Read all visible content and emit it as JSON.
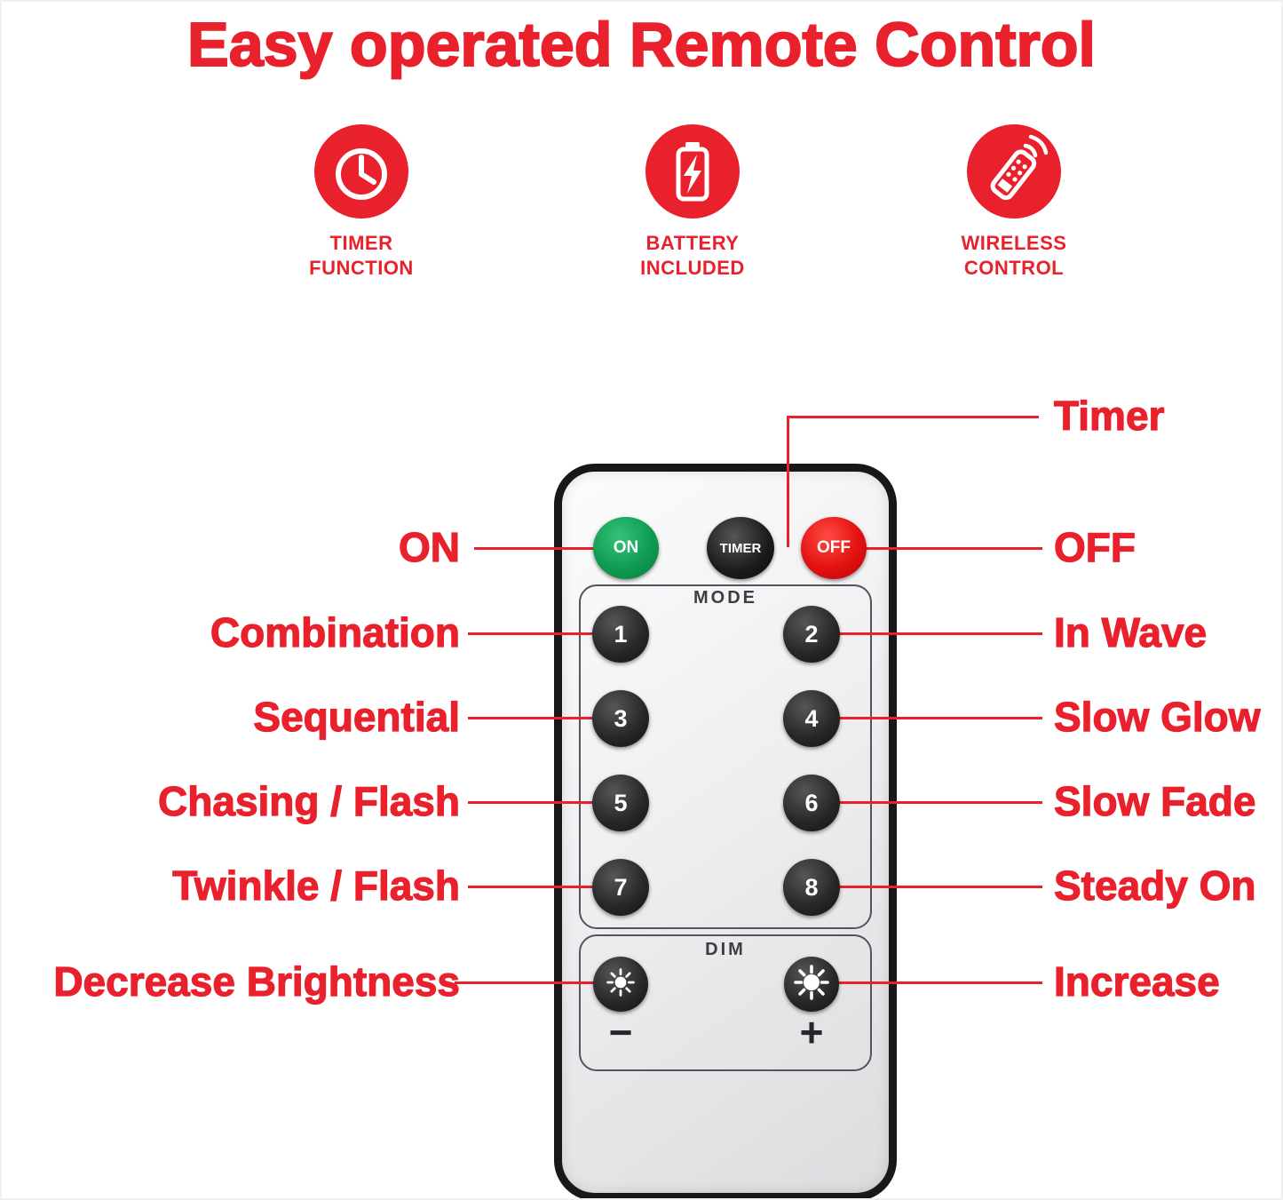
{
  "title": "Easy operated Remote Control",
  "features": [
    {
      "icon": "timer-function-icon",
      "label": "TIMER\nFUNCTION"
    },
    {
      "icon": "battery-included-icon",
      "label": "BATTERY\nINCLUDED"
    },
    {
      "icon": "wireless-control-icon",
      "label": "WIRELESS\nCONTROL"
    }
  ],
  "remote": {
    "power": {
      "on": "ON",
      "timer": "TIMER",
      "off": "OFF"
    },
    "mode_label": "MODE",
    "mode_buttons": [
      "1",
      "2",
      "3",
      "4",
      "5",
      "6",
      "7",
      "8"
    ],
    "dim_label": "DIM",
    "dim_decrease": "−",
    "dim_increase": "+"
  },
  "callouts": {
    "timer": "Timer",
    "on": "ON",
    "off": "OFF",
    "left": [
      "Combination",
      "Sequential",
      "Chasing / Flash",
      "Twinkle / Flash",
      "Decrease Brightness"
    ],
    "right": [
      "In Wave",
      "Slow Glow",
      "Slow Fade",
      "Steady On",
      "Increase"
    ]
  },
  "colors": {
    "brand_red": "#e9212c",
    "button_green": "#0f9b52",
    "button_red": "#e31111",
    "button_dark": "#272727"
  }
}
